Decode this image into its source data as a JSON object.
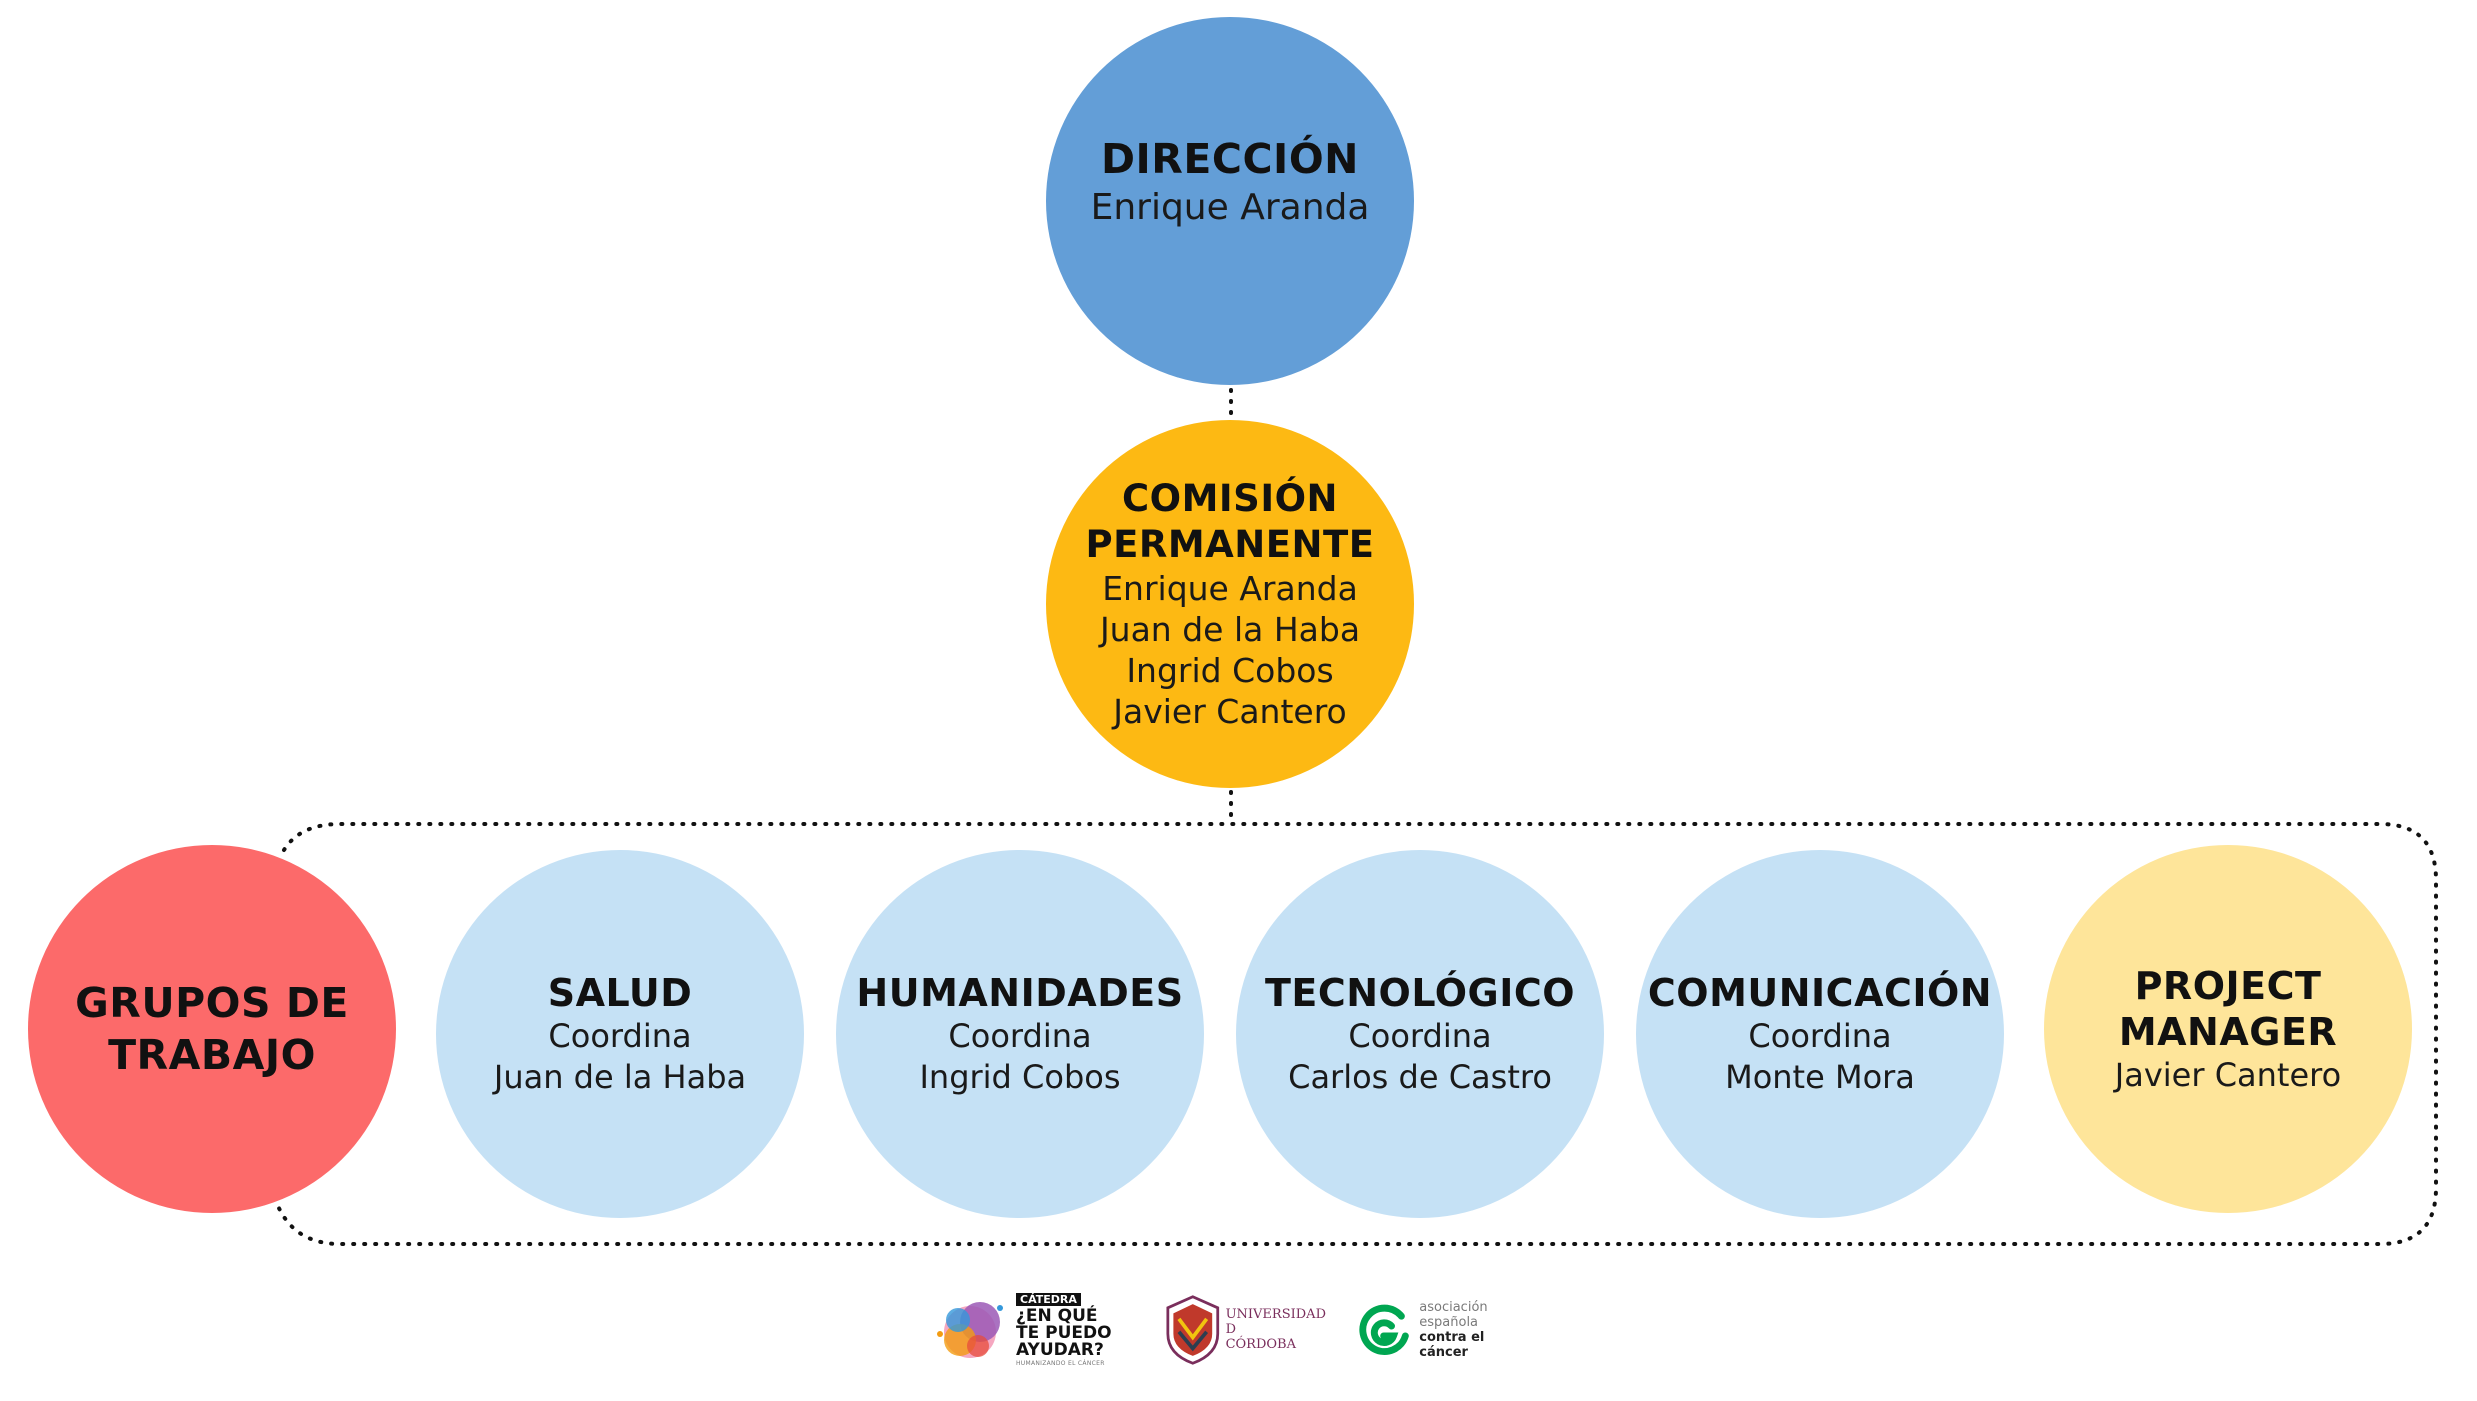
{
  "nodes": {
    "direccion": {
      "title": "DIRECCIÓN",
      "lines": [
        "Enrique Aranda"
      ],
      "color": "#639ed7"
    },
    "comision": {
      "title_lines": [
        "COMISIÓN",
        "PERMANENTE"
      ],
      "lines": [
        "Enrique Aranda",
        "Juan de la Haba",
        "Ingrid Cobos",
        "Javier Cantero"
      ],
      "color": "#fdb913"
    },
    "grupos": {
      "title_lines": [
        "GRUPOS DE",
        "TRABAJO"
      ],
      "color": "#fc6a6a"
    },
    "groups": [
      {
        "title": "SALUD",
        "role": "Coordina",
        "name": "Juan de la Haba"
      },
      {
        "title": "HUMANIDADES",
        "role": "Coordina",
        "name": "Ingrid Cobos"
      },
      {
        "title": "TECNOLÓGICO",
        "role": "Coordina",
        "name": "Carlos de Castro"
      },
      {
        "title": "COMUNICACIÓN",
        "role": "Coordina",
        "name": "Monte Mora"
      }
    ],
    "group_color": "#c5e1f5",
    "project_manager": {
      "title_lines": [
        "PROJECT",
        "MANAGER"
      ],
      "name": "Javier Cantero",
      "color": "#fee59a"
    }
  },
  "logos": {
    "catedra": {
      "tag": "CÁTEDRA",
      "lines": [
        "¿EN QUÉ",
        "TE PUEDO",
        "AYUDAR?"
      ],
      "sub": "HUMANIZANDO EL CÁNCER"
    },
    "uco": {
      "lines": [
        "UNIVERSIDAD",
        "D",
        "CÓRDOBA"
      ]
    },
    "aecc": {
      "lines": [
        "asociación",
        "española"
      ],
      "strong": "contra el cáncer",
      "color": "#00a651"
    }
  }
}
